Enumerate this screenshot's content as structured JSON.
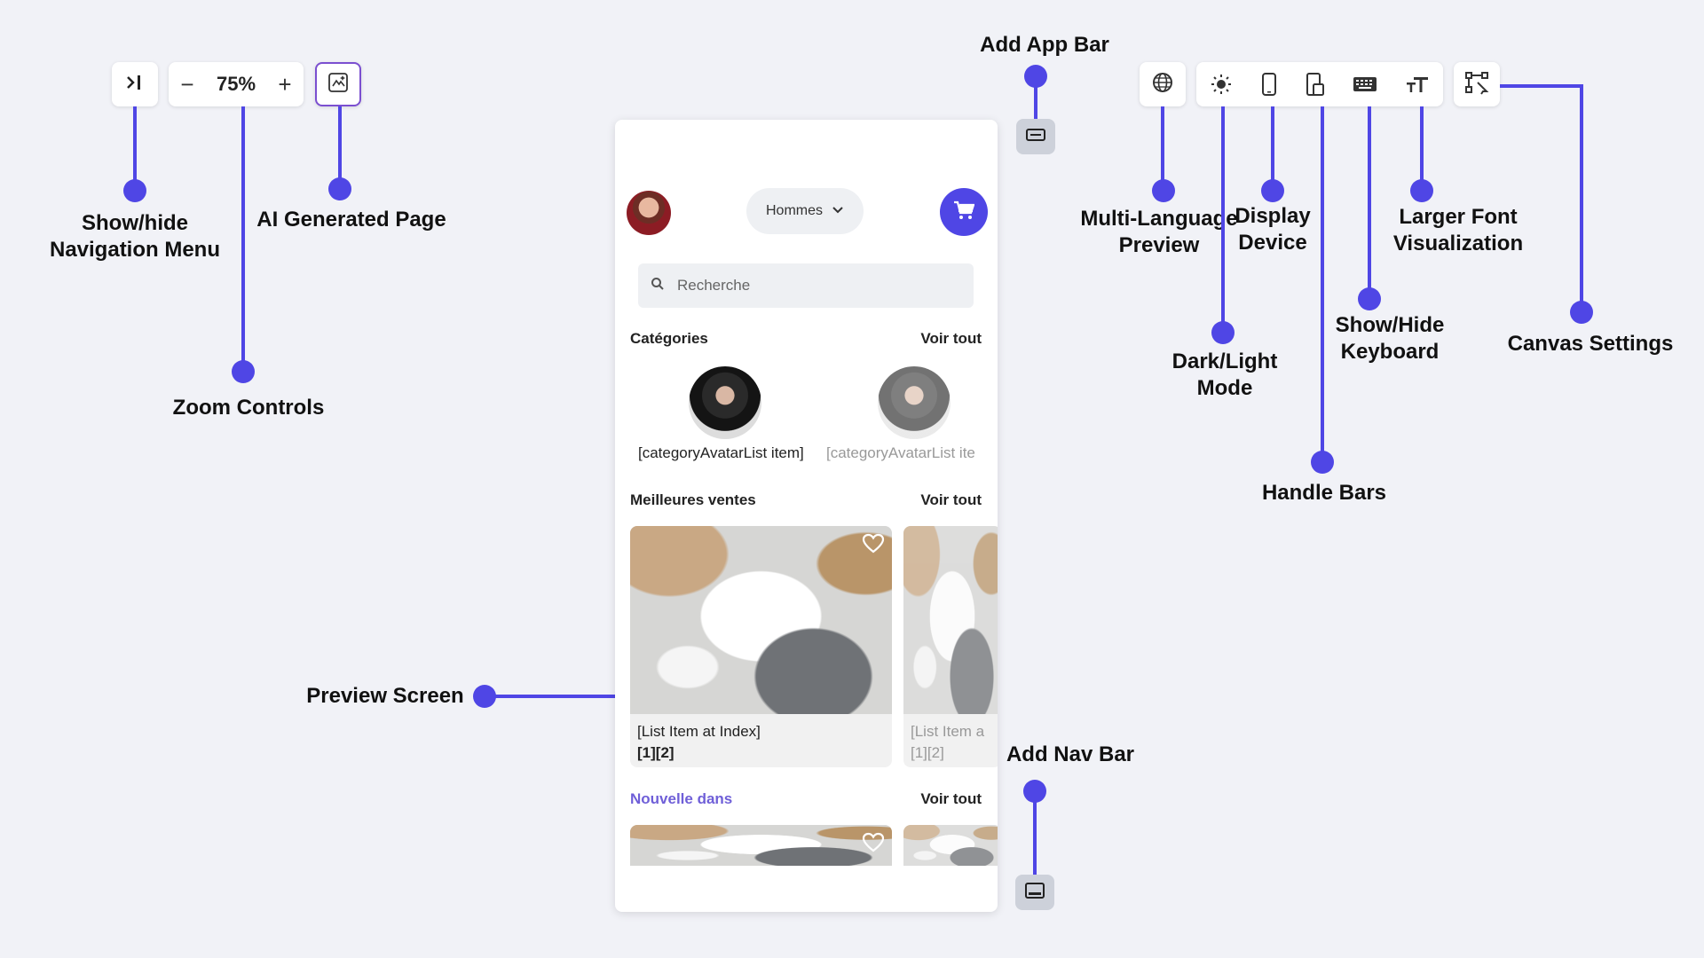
{
  "toolbar_left": {
    "nav_toggle_icon": "sidebar-toggle-icon",
    "zoom_minus": "−",
    "zoom_level": "75%",
    "zoom_plus": "+",
    "ai_icon": "ai-page-icon"
  },
  "toolbar_right": {
    "icons": [
      "globe-icon",
      "sun-icon",
      "phone-icon",
      "handlebars-icon",
      "keyboard-icon",
      "font-size-icon",
      "canvas-settings-icon"
    ]
  },
  "annotations": {
    "show_hide_nav": "Show/hide",
    "show_hide_nav_2": "Navigation Menu",
    "ai_generated": "AI Generated Page",
    "zoom_controls": "Zoom Controls",
    "add_app_bar": "Add App Bar",
    "multi_language": "Multi-Language",
    "multi_language_2": "Preview",
    "display_device": "Display",
    "display_device_2": "Device",
    "larger_font": "Larger Font",
    "larger_font_2": "Visualization",
    "dark_light": "Dark/Light",
    "dark_light_2": "Mode",
    "show_hide_keyboard": "Show/Hide",
    "show_hide_keyboard_2": "Keyboard",
    "canvas_settings": "Canvas Settings",
    "handle_bars": "Handle Bars",
    "preview_screen": "Preview Screen",
    "add_nav_bar": "Add Nav Bar"
  },
  "preview": {
    "gender_selected": "Hommes",
    "search_placeholder": "Recherche",
    "categories_title": "Catégories",
    "see_all": "Voir tout",
    "category_items": [
      "[categoryAvatarList item]",
      "[categoryAvatarList ite"
    ],
    "best_sellers_title": "Meilleures ventes",
    "list_item_label": "[List Item at Index]",
    "list_item_index": "[1][2]",
    "list_item_label_cut": "[List Item a",
    "new_in_title": "Nouvelle dans"
  }
}
